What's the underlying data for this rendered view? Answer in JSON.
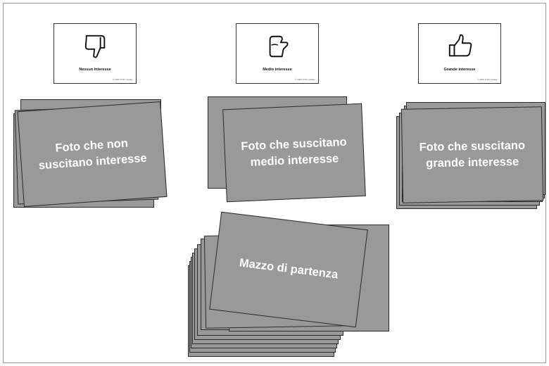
{
  "ratings": [
    {
      "label": "Nessun interesse",
      "small": "© 2005 TOTC Verlag",
      "icon": "thumb-down-icon"
    },
    {
      "label": "Medio interesse",
      "small": "© 2005 TOTC Verlag",
      "icon": "thumb-sideways-icon"
    },
    {
      "label": "Grande interesse",
      "small": "© 2005 TOTC Verlag",
      "icon": "thumb-up-icon"
    }
  ],
  "piles": {
    "low": "Foto che non suscitano interesse",
    "medium": "Foto che suscitano medio interesse",
    "high": "Foto che suscitano grande interesse",
    "start": "Mazzo di partenza"
  },
  "colors": {
    "card_fill": "#999999",
    "card_border": "#2b2b2b",
    "text": "#ffffff"
  }
}
